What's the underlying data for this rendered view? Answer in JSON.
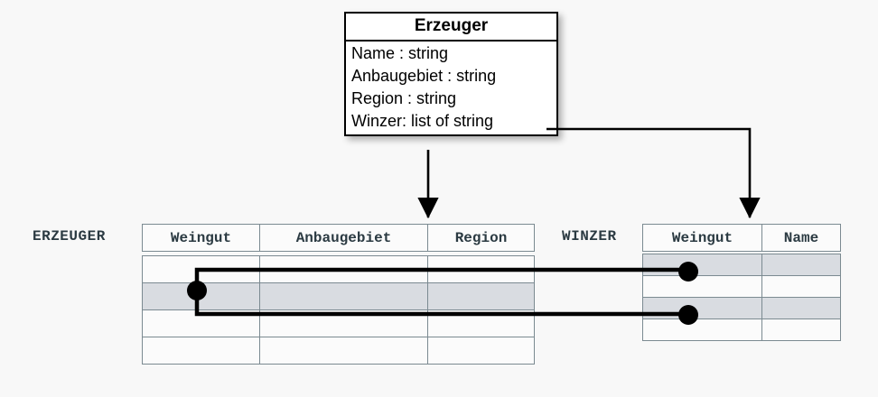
{
  "diagram": {
    "background_color": "#f8f8f8",
    "line_color": "#000000",
    "table_border_color": "#7b8a91",
    "shaded_row_color": "#d9dce1",
    "label_color": "#2b3a42"
  },
  "uml_class": {
    "name": "Erzeuger",
    "attributes": [
      "Name : string",
      "Anbaugebiet : string",
      "Region : string",
      "Winzer: list of string"
    ]
  },
  "tables": [
    {
      "id": "erzeuger",
      "label": "ERZEUGER",
      "columns": [
        "Weingut",
        "Anbaugebiet",
        "Region"
      ],
      "rows": [
        {
          "cells": [
            "",
            "",
            ""
          ],
          "shaded": false
        },
        {
          "cells": [
            "",
            "",
            ""
          ],
          "shaded": true
        },
        {
          "cells": [
            "",
            "",
            ""
          ],
          "shaded": false
        },
        {
          "cells": [
            "",
            "",
            ""
          ],
          "shaded": false
        }
      ]
    },
    {
      "id": "winzer",
      "label": "WINZER",
      "columns": [
        "Weingut",
        "Name"
      ],
      "rows": [
        {
          "cells": [
            "",
            ""
          ],
          "shaded": true
        },
        {
          "cells": [
            "",
            ""
          ],
          "shaded": false
        },
        {
          "cells": [
            "",
            ""
          ],
          "shaded": true
        },
        {
          "cells": [
            "",
            ""
          ],
          "shaded": false
        }
      ]
    }
  ],
  "connectors": {
    "mapping_arrows": [
      {
        "name": "erzeuger-mapping-arrow",
        "from": "Erzeuger class box",
        "to": "ERZEUGER table"
      },
      {
        "name": "winzer-mapping-arrow",
        "from": "Winzer: list of string attribute",
        "to": "WINZER table Weingut column"
      }
    ],
    "reference_links": [
      {
        "name": "erzeuger-row2-to-winzer-row1",
        "from": "ERZEUGER row 2",
        "to": "WINZER row 1"
      },
      {
        "name": "erzeuger-row2-to-winzer-row3",
        "from": "ERZEUGER row 2",
        "to": "WINZER row 3"
      }
    ]
  }
}
